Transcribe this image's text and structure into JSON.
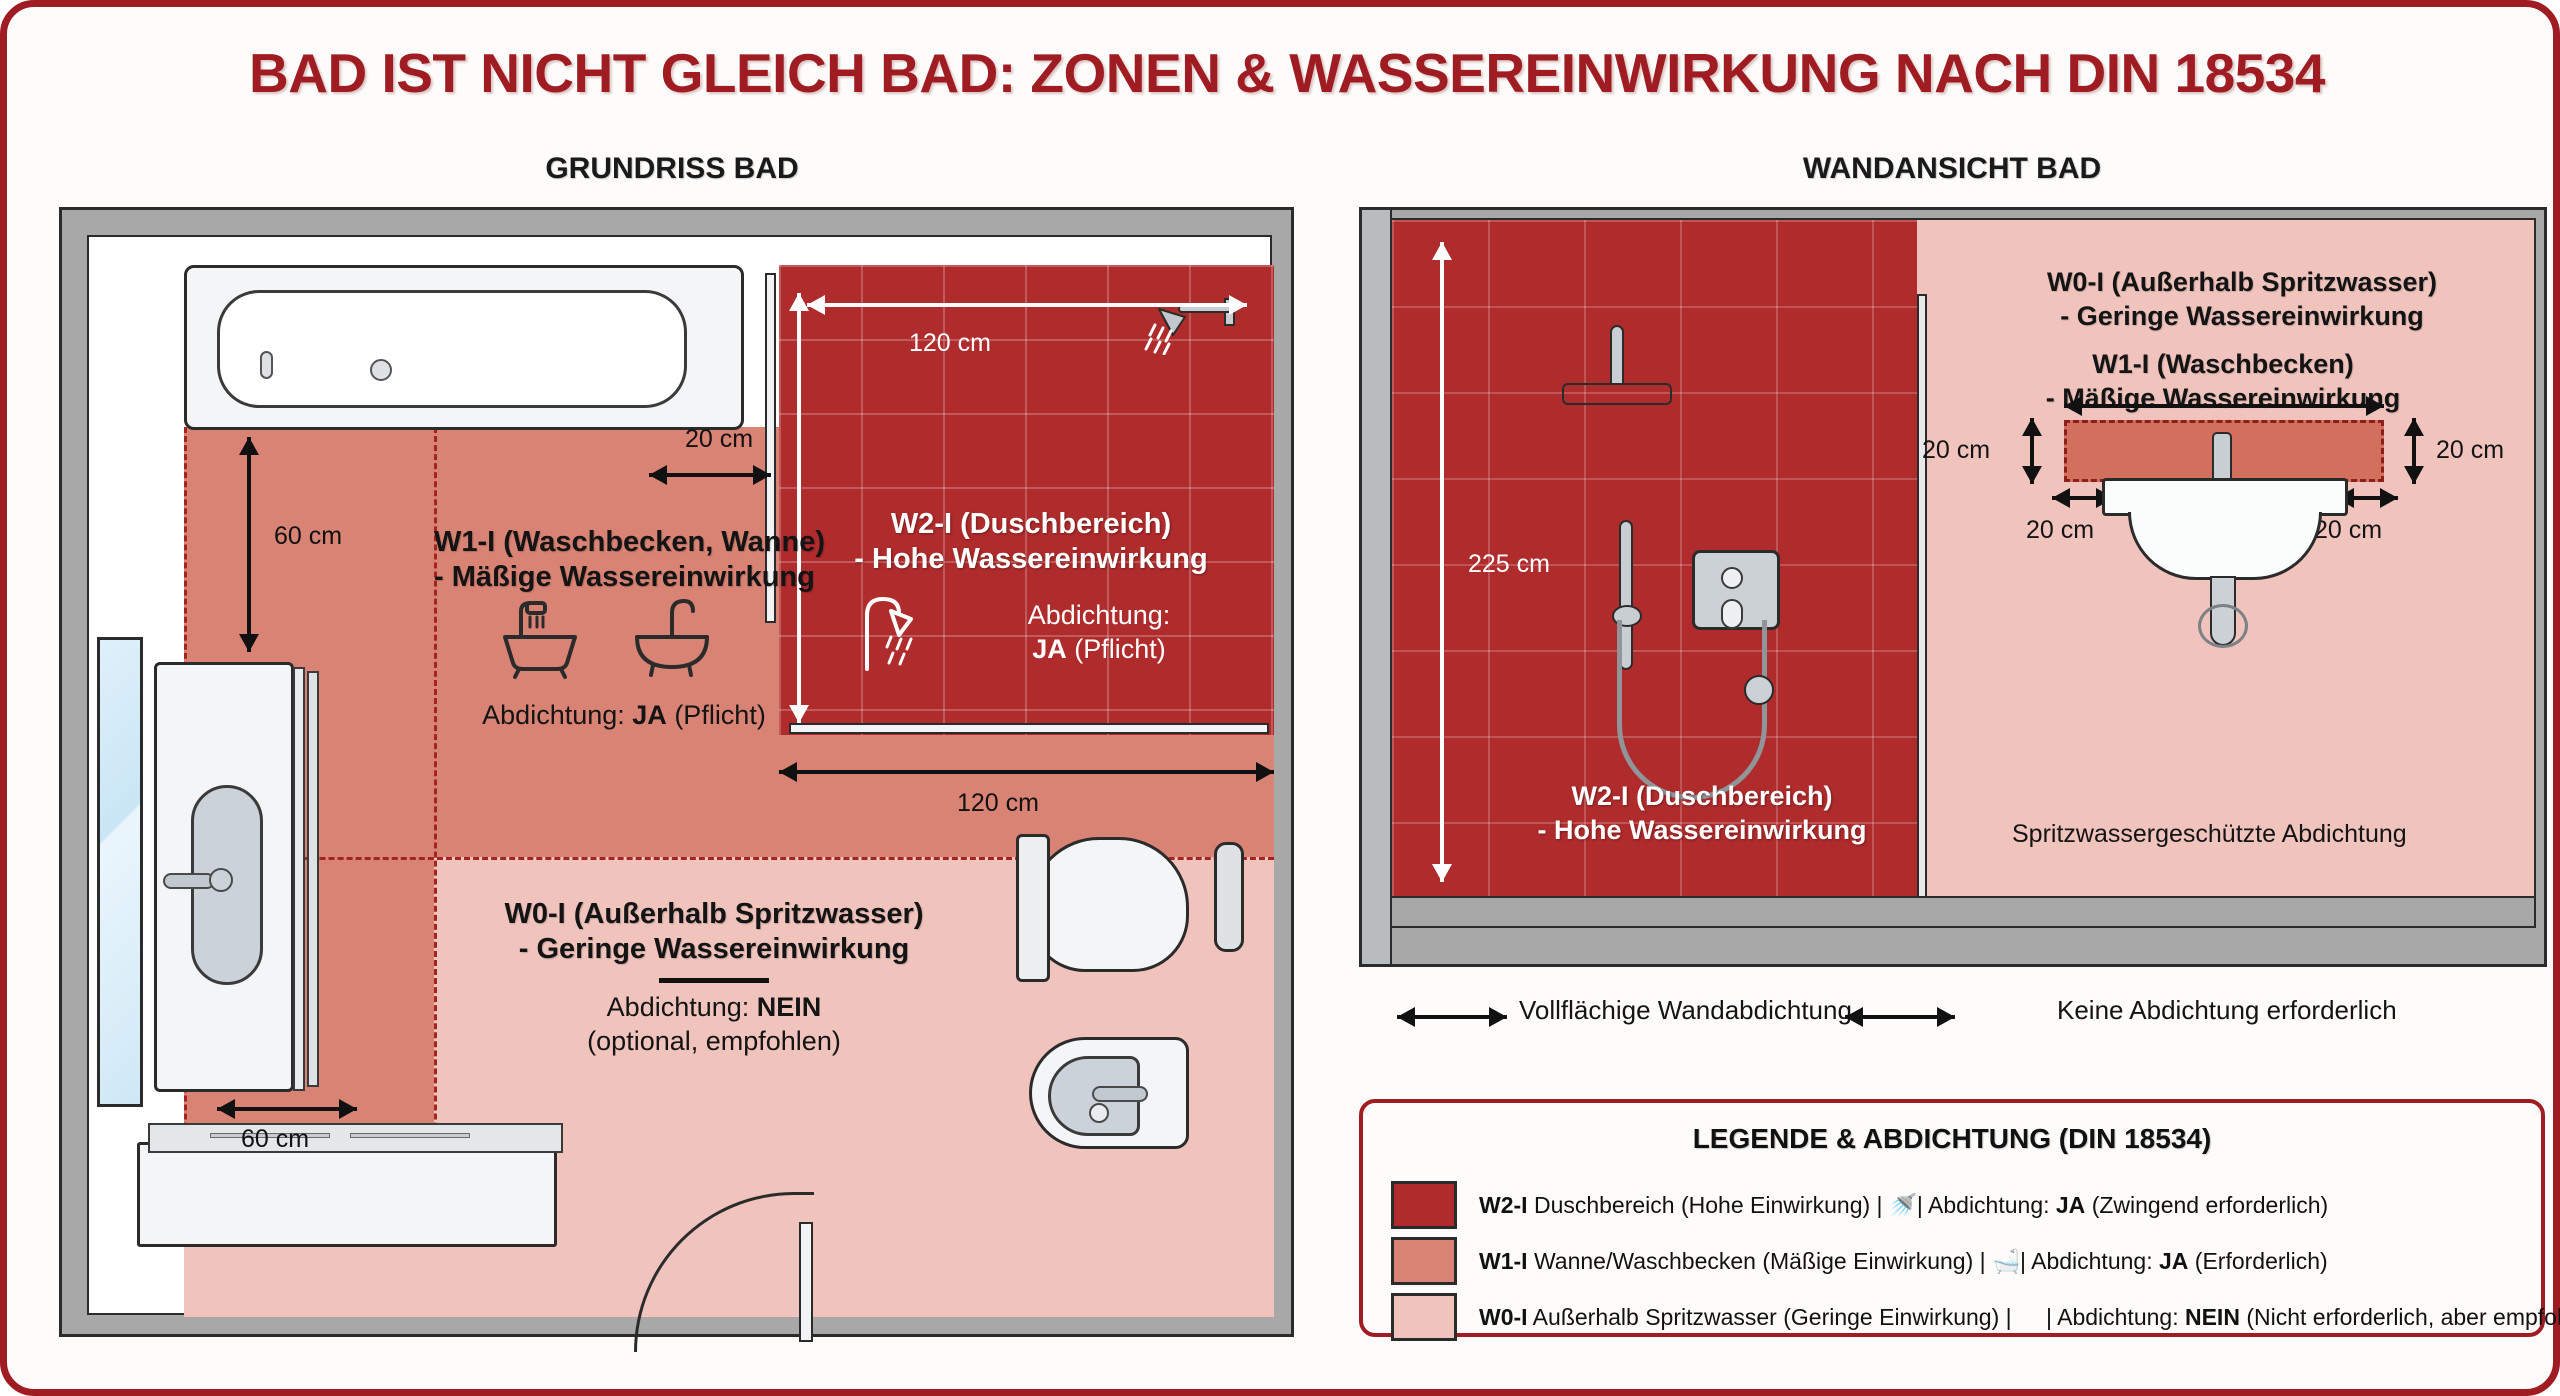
{
  "title": "BAD IST NICHT GLEICH BAD: ZONEN & WASSEREINWIRKUNG NACH DIN 18534",
  "headings": {
    "plan": "GRUNDRISS BAD",
    "wall": "WANDANSICHT BAD"
  },
  "colors": {
    "w2": "#b02b2c",
    "w1": "#d98374",
    "w0": "#f0c4bd",
    "brand_red": "#9e1c22",
    "wall_grey": "#a8a8a8"
  },
  "floorplan": {
    "zones": {
      "w2": {
        "line1": "W2-I (Duschbereich)",
        "line2": "- Hohe Wassereinwirkung",
        "seal_line1": "Abdichtung:",
        "seal_bold": "JA",
        "seal_tail": "(Pflicht)",
        "icon": "shower-icon"
      },
      "w1": {
        "line1": "W1-I (Waschbecken, Wanne)",
        "line2": "- Mäßige Wassereinwirkung",
        "seal_prefix": "Abdichtung:",
        "seal_bold": "JA",
        "seal_tail": "(Pflicht)",
        "icons": [
          "bathtub-icon",
          "washbasin-icon"
        ]
      },
      "w0": {
        "line1": "W0-I (Außerhalb Spritzwasser)",
        "line2": "- Geringe Wassereinwirkung",
        "seal_prefix": "Abdichtung:",
        "seal_bold": "NEIN",
        "seal_tail": "(optional, empfohlen)"
      }
    },
    "dims": {
      "gap_20": "20 cm",
      "shower_width_top": "120 cm",
      "shower_width_bottom": "120 cm",
      "tub_offset_60": "60 cm",
      "vanity_60": "60 cm"
    }
  },
  "wallview": {
    "zones": {
      "w2": {
        "line1": "W2-I (Duschbereich)",
        "line2": "- Hohe Wassereinwirkung"
      },
      "w0": {
        "line1": "W0-I (Außerhalb Spritzwasser)",
        "line2": "- Geringe Wassereinwirkung"
      },
      "w1": {
        "line1": "W1-I (Waschbecken)",
        "line2": "- Mäßige Wassereinwirkung"
      }
    },
    "dims": {
      "height_225": "225 cm",
      "above_left_20": "20 cm",
      "above_right_20": "20 cm",
      "side_left_20": "20 cm",
      "side_right_20": "20 cm"
    },
    "notes": {
      "protected": "Spritzwassergeschützte Abdichtung",
      "full_seal": "Vollflächige Wandabdichtung",
      "no_seal": "Keine Abdichtung erforderlich"
    }
  },
  "legend": {
    "title": "LEGENDE & ABDICHTUNG (DIN 18534)",
    "rows": [
      {
        "color": "#b02b2c",
        "code": "W2-I",
        "text_a": " Duschbereich (Hohe Einwirkung) |",
        "icon": "shower-icon",
        "icon_glyph": "🚿",
        "text_b": "| Abdichtung:",
        "bold": "JA",
        "text_c": "(Zwingend erforderlich)"
      },
      {
        "color": "#d98374",
        "code": "W1-I",
        "text_a": " Wanne/Waschbecken (Mäßige Einwirkung) |",
        "icon": "bathtub-icon",
        "icon_glyph": "🛁",
        "text_b": "| Abdichtung:",
        "bold": "JA",
        "text_c": "(Erforderlich)"
      },
      {
        "color": "#f0c4bd",
        "code": "W0-I",
        "text_a": " Außerhalb Spritzwasser (Geringe Einwirkung) |",
        "icon": "none-icon",
        "icon_glyph": "",
        "text_b": "| Abdichtung:",
        "bold": "NEIN",
        "text_c": "(Nicht erforderlich, aber empfohlen)"
      }
    ]
  }
}
